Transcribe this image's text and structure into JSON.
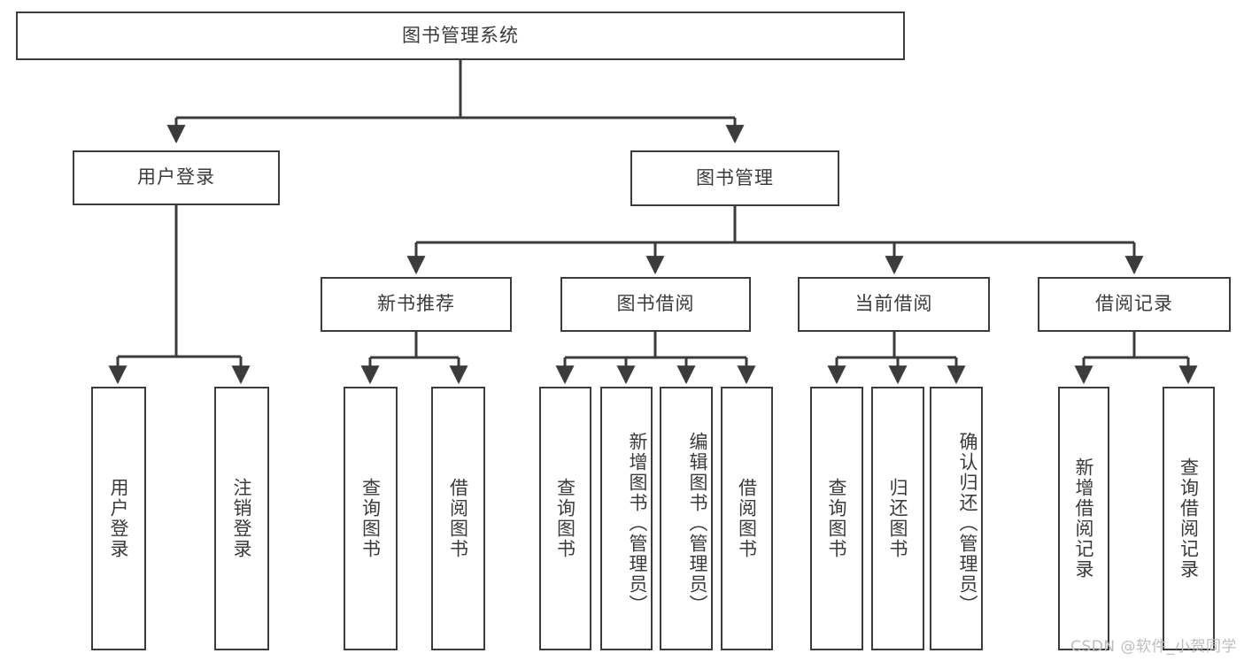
{
  "diagram": {
    "type": "tree",
    "title": "图书管理系统",
    "watermark": "CSDN @软件_小贺同学",
    "colors": {
      "stroke": "#3b3b3b",
      "fill": "#ffffff",
      "text": "#3b3b3b",
      "watermark": "#bdbdbd"
    },
    "nodes": {
      "root": "图书管理系统",
      "level2": {
        "user_login": "用户登录",
        "book_manage": "图书管理"
      },
      "level3": {
        "new_book_rec": "新书推荐",
        "book_borrow": "图书借阅",
        "current_borrow": "当前借阅",
        "borrow_record": "借阅记录"
      },
      "leaves": {
        "login_1": "用户登录",
        "login_2": "注销登录",
        "rec_1": "查询图书",
        "rec_2": "借阅图书",
        "borrow_1": "查询图书",
        "borrow_2": "新增图书（管理员）",
        "borrow_3": "编辑图书（管理员）",
        "borrow_4": "借阅图书",
        "cur_1": "查询图书",
        "cur_2": "归还图书",
        "cur_3": "确认归还（管理员）",
        "rec2_1": "新增借阅记录",
        "rec2_2": "查询借阅记录"
      }
    }
  }
}
